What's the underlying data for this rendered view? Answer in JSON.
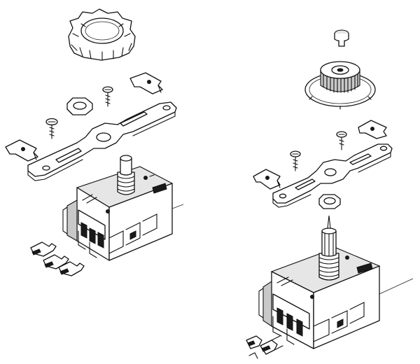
{
  "figure": {
    "title": "",
    "left_assembly": {
      "parts": [
        "knob",
        "mounting-bracket",
        "nut",
        "screw",
        "clip",
        "thermostat-body",
        "spade-terminals"
      ]
    },
    "right_assembly": {
      "parts": [
        "knob-cap",
        "dial-knob",
        "mounting-bracket",
        "screw",
        "clip",
        "nut",
        "thermostat-body",
        "spade-terminals"
      ]
    },
    "colors": {
      "ink": "#111111",
      "paper": "#ffffff"
    }
  }
}
